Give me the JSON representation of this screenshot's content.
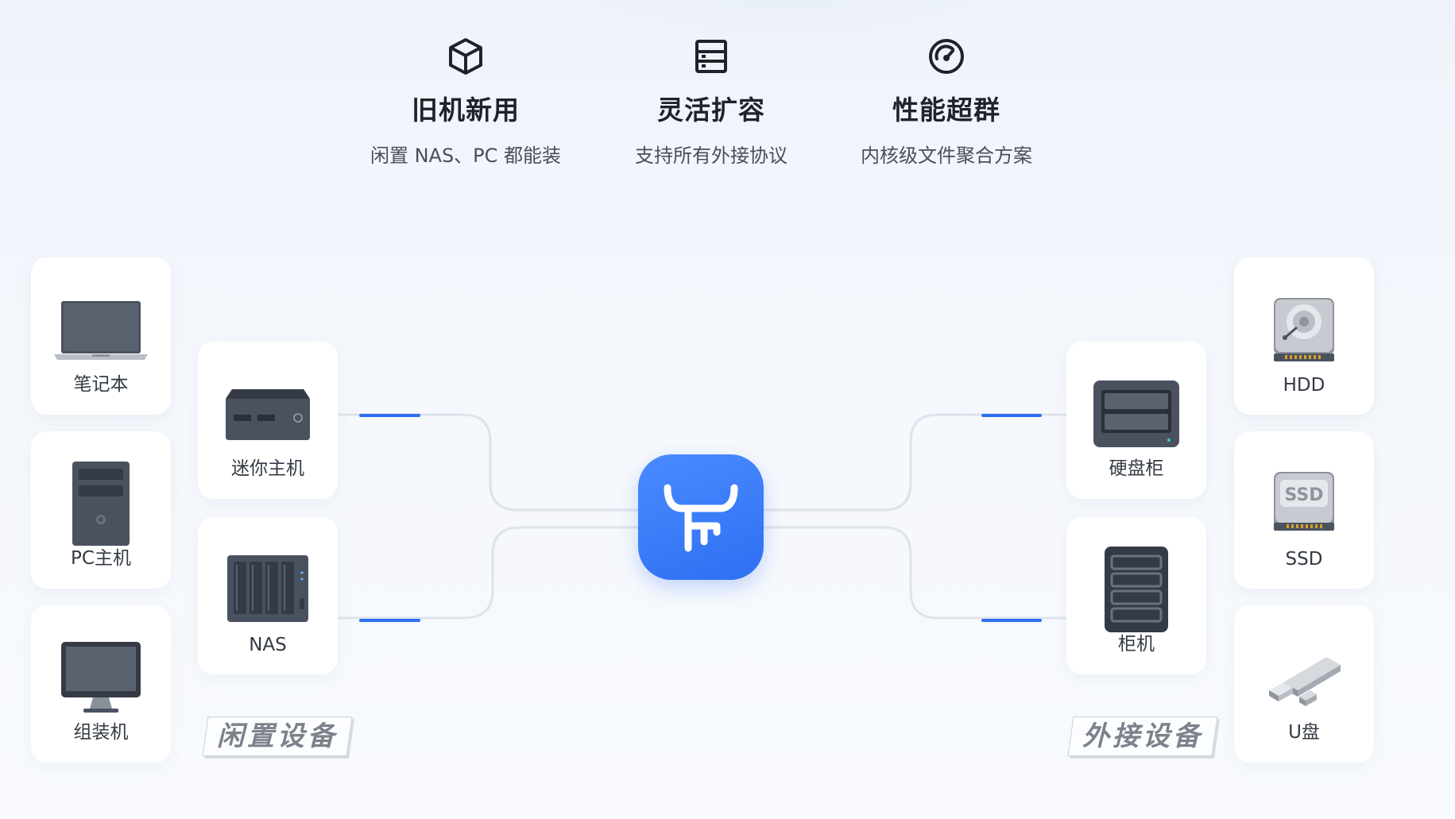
{
  "features": [
    {
      "icon": "cube-icon",
      "title": "旧机新用",
      "desc": "闲置 NAS、PC 都能装"
    },
    {
      "icon": "storage-panel-icon",
      "title": "灵活扩容",
      "desc": "支持所有外接协议"
    },
    {
      "icon": "speedometer-icon",
      "title": "性能超群",
      "desc": "内核级文件聚合方案"
    }
  ],
  "left": {
    "group_label": "闲置设备",
    "outer": [
      {
        "icon": "laptop-icon",
        "label": "笔记本"
      },
      {
        "icon": "pc-tower-icon",
        "label": "PC主机"
      },
      {
        "icon": "desktop-monitor-icon",
        "label": "组装机"
      }
    ],
    "inner": [
      {
        "icon": "mini-pc-icon",
        "label": "迷你主机"
      },
      {
        "icon": "nas-icon",
        "label": "NAS"
      }
    ]
  },
  "right": {
    "group_label": "外接设备",
    "inner": [
      {
        "icon": "disk-enclosure-icon",
        "label": "硬盘柜"
      },
      {
        "icon": "server-rack-icon",
        "label": "柜机"
      }
    ],
    "outer": [
      {
        "icon": "hdd-icon",
        "label": "HDD"
      },
      {
        "icon": "ssd-icon",
        "label": "SSD"
      },
      {
        "icon": "usb-drive-icon",
        "label": "U盘"
      }
    ]
  },
  "center": {
    "icon": "bull-logo-icon"
  },
  "colors": {
    "accent": "#2f6ff2",
    "line": "#dde3ec",
    "device": "#4a5260"
  }
}
